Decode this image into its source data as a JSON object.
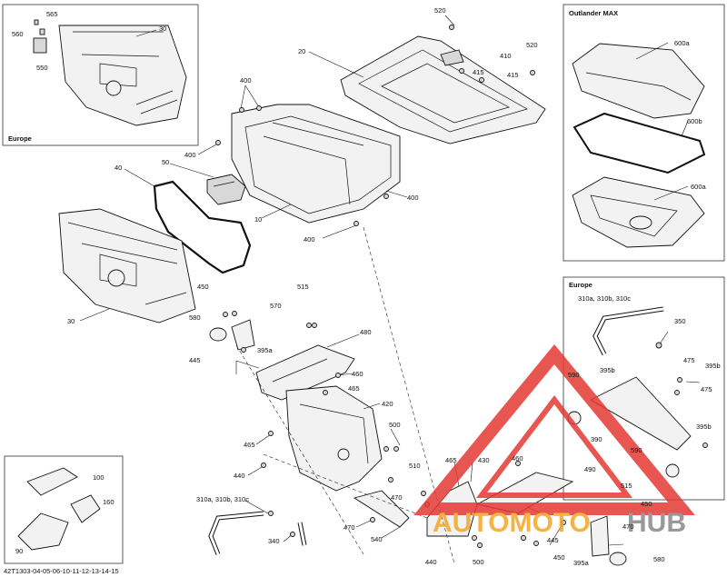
{
  "diagram_id": "42T1303-04-05-06-10-11-12-13-14-15",
  "insets": {
    "europe_top": {
      "title": "Europe"
    },
    "outlander_max": {
      "title": "Outlander MAX"
    },
    "europe_right": {
      "title": "Europe"
    }
  },
  "watermark": {
    "word1": "AUTOMOTO",
    "word2": "HUB",
    "color1": "#f5a623",
    "color2": "#888888",
    "triangle_color": "#e53935"
  },
  "callouts": [
    {
      "id": "c30a",
      "text": "30"
    },
    {
      "id": "c560",
      "text": "560"
    },
    {
      "id": "c565",
      "text": "565"
    },
    {
      "id": "c550",
      "text": "550"
    },
    {
      "id": "c520a",
      "text": "520"
    },
    {
      "id": "c20",
      "text": "20"
    },
    {
      "id": "c410",
      "text": "410"
    },
    {
      "id": "c415a",
      "text": "415"
    },
    {
      "id": "c415b",
      "text": "415"
    },
    {
      "id": "c520b",
      "text": "520"
    },
    {
      "id": "c600a1",
      "text": "600a"
    },
    {
      "id": "c600b",
      "text": "600b"
    },
    {
      "id": "c600a2",
      "text": "600a"
    },
    {
      "id": "c400a",
      "text": "400"
    },
    {
      "id": "c400b",
      "text": "400"
    },
    {
      "id": "c400c",
      "text": "400"
    },
    {
      "id": "c400d",
      "text": "400"
    },
    {
      "id": "c40",
      "text": "40"
    },
    {
      "id": "c50",
      "text": "50"
    },
    {
      "id": "c10",
      "text": "10"
    },
    {
      "id": "c30b",
      "text": "30"
    },
    {
      "id": "c450a",
      "text": "450"
    },
    {
      "id": "c570",
      "text": "570"
    },
    {
      "id": "c580a",
      "text": "580"
    },
    {
      "id": "c395a1",
      "text": "395a"
    },
    {
      "id": "c515a",
      "text": "515"
    },
    {
      "id": "c480",
      "text": "480"
    },
    {
      "id": "c445a",
      "text": "445"
    },
    {
      "id": "c460a",
      "text": "460"
    },
    {
      "id": "c465a",
      "text": "465"
    },
    {
      "id": "c420",
      "text": "420"
    },
    {
      "id": "c500a",
      "text": "500"
    },
    {
      "id": "c465b",
      "text": "465"
    },
    {
      "id": "c440a",
      "text": "440"
    },
    {
      "id": "c510",
      "text": "510"
    },
    {
      "id": "c470a",
      "text": "470"
    },
    {
      "id": "c470b",
      "text": "470"
    },
    {
      "id": "c540",
      "text": "540"
    },
    {
      "id": "c440b",
      "text": "440"
    },
    {
      "id": "c310a",
      "text": "310a, 310b, 310c"
    },
    {
      "id": "c340",
      "text": "340"
    },
    {
      "id": "c465c",
      "text": "465"
    },
    {
      "id": "c430",
      "text": "430"
    },
    {
      "id": "c460b",
      "text": "460"
    },
    {
      "id": "c445b",
      "text": "445"
    },
    {
      "id": "c500b",
      "text": "500"
    },
    {
      "id": "c490",
      "text": "490"
    },
    {
      "id": "c515b",
      "text": "515"
    },
    {
      "id": "c450b",
      "text": "450"
    },
    {
      "id": "c470c",
      "text": "470"
    },
    {
      "id": "c450c",
      "text": "450"
    },
    {
      "id": "c395a2",
      "text": "395a"
    },
    {
      "id": "c580b",
      "text": "580"
    },
    {
      "id": "c310b",
      "text": "310a, 310b, 310c"
    },
    {
      "id": "c350",
      "text": "350"
    },
    {
      "id": "c475a",
      "text": "475"
    },
    {
      "id": "c395b1",
      "text": "395b"
    },
    {
      "id": "c395b2",
      "text": "395b"
    },
    {
      "id": "c475b",
      "text": "475"
    },
    {
      "id": "c590a",
      "text": "590"
    },
    {
      "id": "c390",
      "text": "390"
    },
    {
      "id": "c395b3",
      "text": "395b"
    },
    {
      "id": "c590b",
      "text": "590"
    },
    {
      "id": "c100",
      "text": "100"
    },
    {
      "id": "c160",
      "text": "160"
    },
    {
      "id": "c90",
      "text": "90"
    }
  ]
}
